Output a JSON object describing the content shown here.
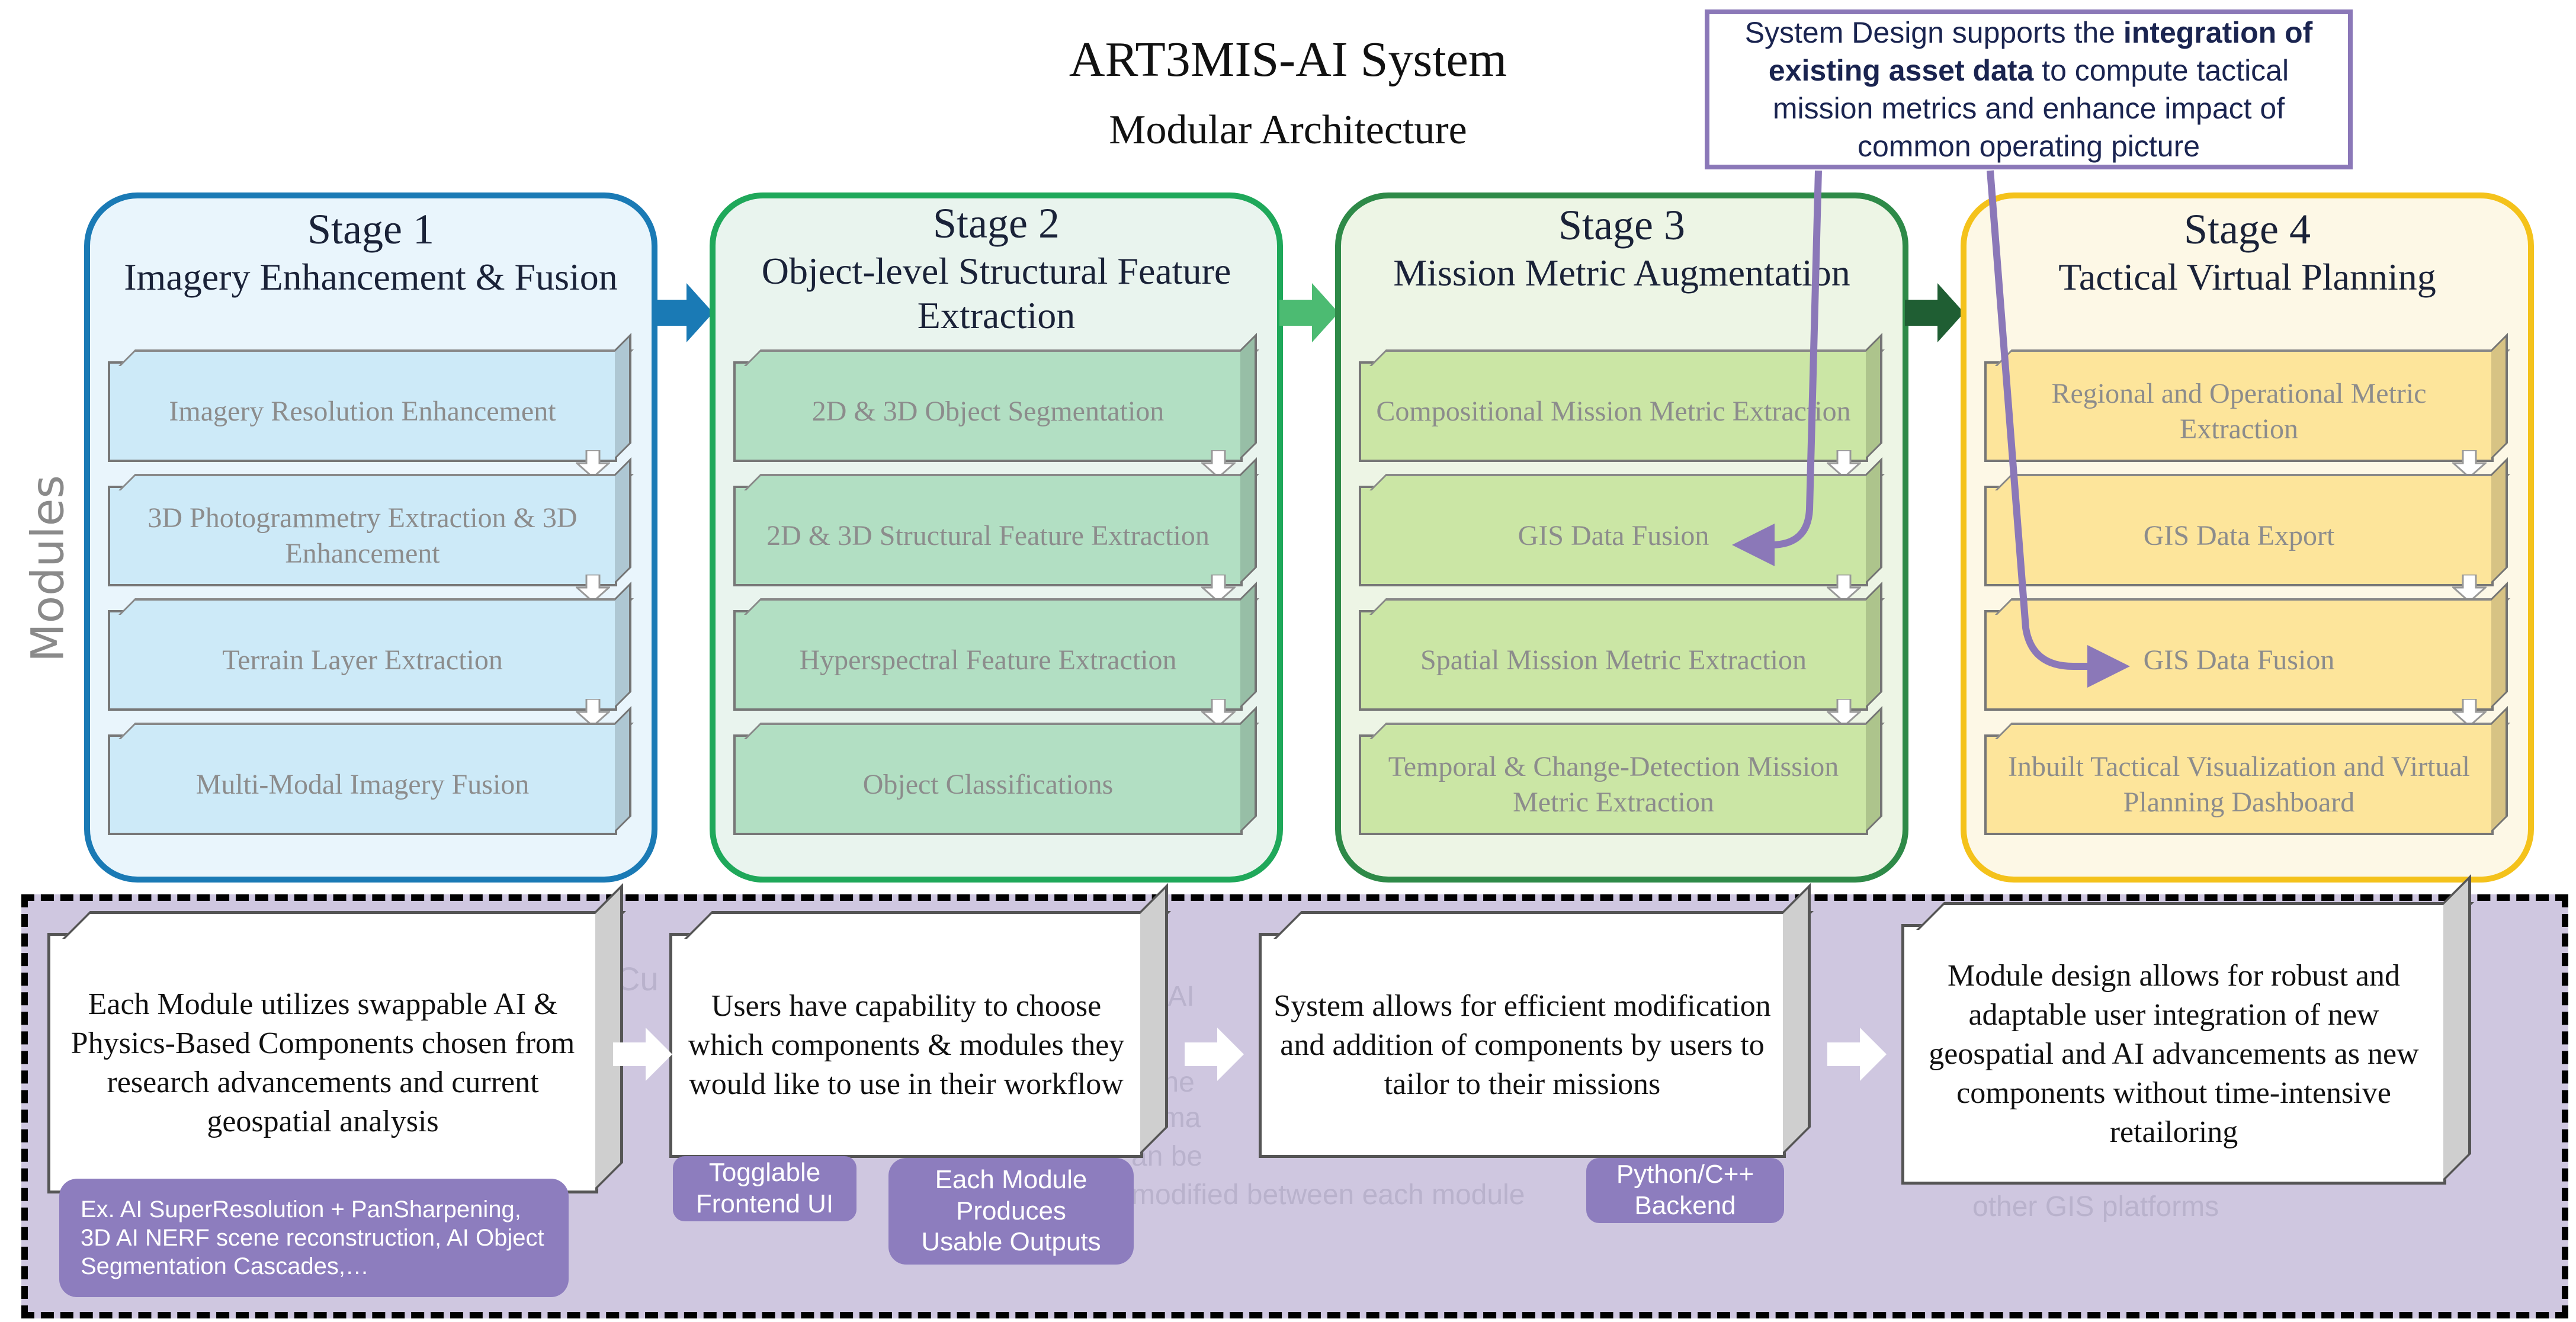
{
  "title": "ART3MIS-AI System",
  "subtitle": "Modular Architecture",
  "side_label": "Modules",
  "callout": {
    "pre": "System Design supports the ",
    "bold": "integration of existing asset data",
    "post": " to compute tactical mission metrics and enhance impact of common operating picture"
  },
  "stages": [
    {
      "number": "Stage 1",
      "name": "Imagery Enhancement & Fusion",
      "border": "#1a7ab5",
      "bg": "#e9f5fc",
      "module_fill": "#cdeaf8",
      "arrow_color": "#1a7ab5",
      "modules": [
        "Imagery Resolution Enhancement",
        "3D Photogrammetry Extraction & 3D Enhancement",
        "Terrain Layer Extraction",
        "Multi-Modal Imagery Fusion"
      ]
    },
    {
      "number": "Stage 2",
      "name": "Object-level Structural Feature Extraction",
      "border": "#1fa85a",
      "bg": "#e9f4ee",
      "module_fill": "#b2dfc3",
      "arrow_color": "#4cbb72",
      "modules": [
        "2D & 3D Object Segmentation",
        "2D & 3D Structural Feature Extraction",
        "Hyperspectral Feature Extraction",
        "Object Classifications"
      ]
    },
    {
      "number": "Stage 3",
      "name": "Mission Metric Augmentation",
      "border": "#2e8a48",
      "bg": "#edf5e5",
      "module_fill": "#cbe6a5",
      "arrow_color": "#1f5e33",
      "modules": [
        "Compositional Mission Metric Extraction",
        "GIS Data Fusion",
        "Spatial Mission Metric Extraction",
        "Temporal & Change-Detection Mission Metric Extraction"
      ]
    },
    {
      "number": "Stage 4",
      "name": "Tactical Virtual Planning",
      "border": "#f4c21b",
      "bg": "#fdf8e6",
      "module_fill": "#fde59b",
      "arrow_color": "",
      "modules": [
        "Regional and Operational Metric Extraction",
        "GIS Data Export",
        "GIS Data Fusion",
        "Inbuilt Tactical Visualization and Virtual Planning Dashboard"
      ]
    }
  ],
  "bottom": {
    "boxes": [
      "Each Module utilizes swappable AI & Physics-Based Components chosen from research advancements and current geospatial analysis",
      "Users have capability to choose which components & modules they would like to use in their workflow",
      "System allows for efficient modification and addition of components by users to tailor to their missions",
      "Module design allows for robust and adaptable user integration of new geospatial and AI advancements as new components without time-intensive retailoring"
    ],
    "pills": {
      "example": "Ex. AI SuperResolution + PanSharpening, 3D AI NERF scene reconstruction, AI Object Segmentation Cascades,…",
      "togglable": "Togglable Frontend UI",
      "outputs": "Each Module Produces Usable Outputs",
      "backend": "Python/C++ Backend"
    },
    "ghost_text": [
      "Cu",
      "IS-AI",
      "e the",
      "e ima",
      "an be",
      "modified between each module",
      "other GIS platforms"
    ]
  },
  "colors": {
    "callout_purple": "#8b78b8",
    "band_purple": "#cfc7e0",
    "pill_purple": "#8d7dbe"
  }
}
